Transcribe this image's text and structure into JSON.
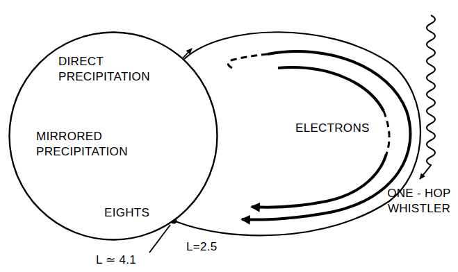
{
  "diagram": {
    "nodes": [
      {
        "text": [
          "DIRECT PRECIPITATION",
          "MIRRORED PRECIPITATION",
          "EIGHTS"
        ]
      }
    ],
    "labels": [
      "ELECTRONS",
      "ONE - HOP WHISTLER",
      "L=2.5",
      "L ≃ 4.1"
    ]
  }
}
